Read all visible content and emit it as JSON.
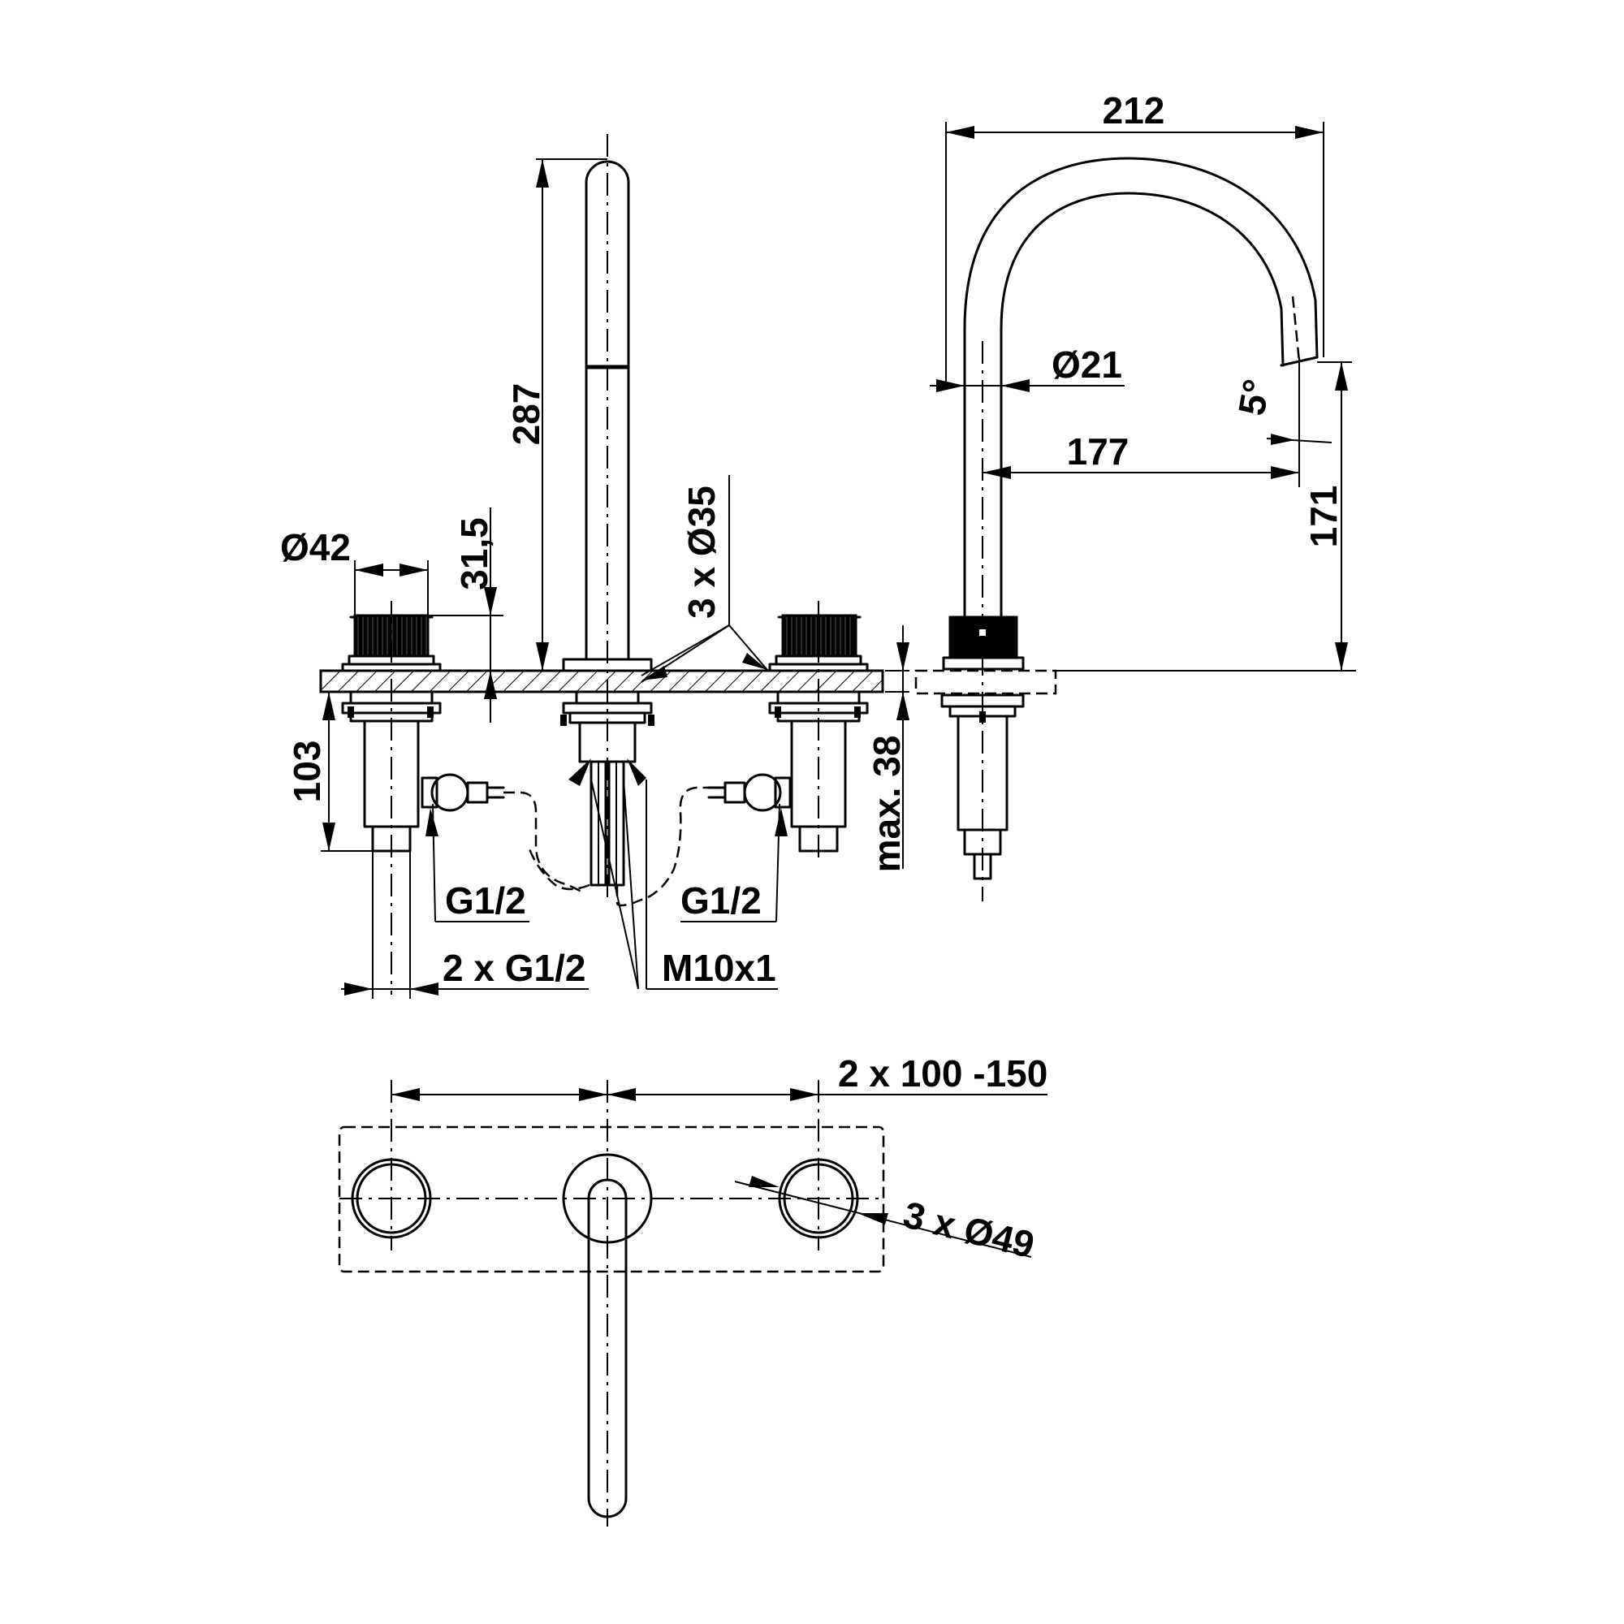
{
  "labels": {
    "d212": "212",
    "d287": "287",
    "d21": "Ø21",
    "d177": "177",
    "d5deg": "5°",
    "d171": "171",
    "d42": "Ø42",
    "d31_5": "31,5",
    "d3x35": "3 x Ø35",
    "d103": "103",
    "dmax38": "max. 38",
    "g12_left": "G1/2",
    "g12_right": "G1/2",
    "d2xg12": "2 x G1/2",
    "m10x1": "M10x1",
    "d2x100_150": "2 x 100 -150",
    "d3x49": "3 x Ø49"
  }
}
